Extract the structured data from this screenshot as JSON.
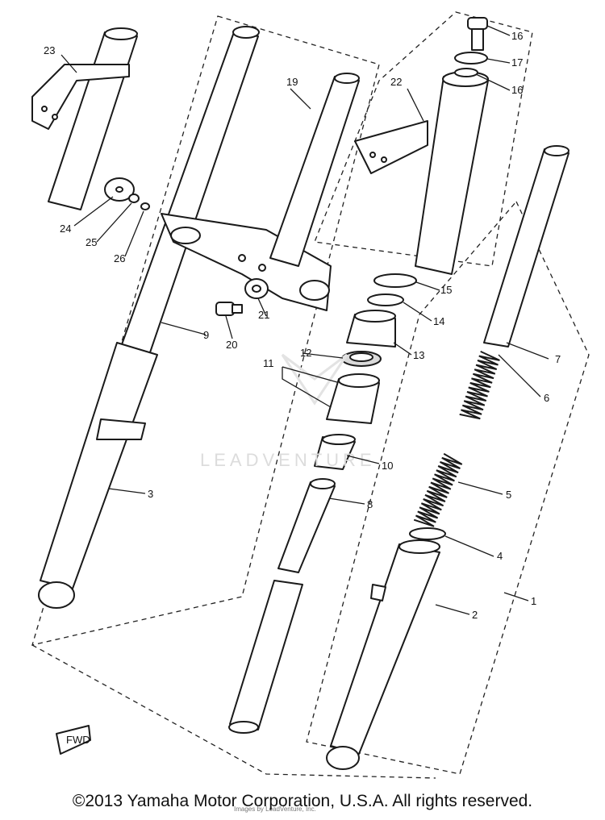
{
  "callouts": {
    "c1": "1",
    "c2": "2",
    "c3": "3",
    "c4": "4",
    "c5": "5",
    "c6": "6",
    "c7": "7",
    "c8": "8",
    "c9": "9",
    "c10": "10",
    "c11": "11",
    "c12": "12",
    "c13": "13",
    "c14": "14",
    "c15": "15",
    "c16a": "16",
    "c16b": "16",
    "c17": "17",
    "c19": "19",
    "c20": "20",
    "c21": "21",
    "c22": "22",
    "c23": "23",
    "c24": "24",
    "c25": "25",
    "c26": "26"
  },
  "fwd_label": "FWD",
  "watermark": {
    "brand": "LEADVENTURE",
    "small": "Images by LeadVenture, Inc."
  },
  "footer": "©2013 Yamaha Motor Corporation, U.S.A. All rights reserved."
}
